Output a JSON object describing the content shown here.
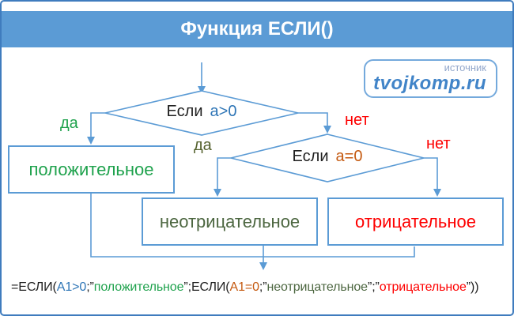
{
  "colors": {
    "line": "#5B9BD5",
    "frame": "#3F7CBE",
    "header": "#5B9BD5",
    "ink": "#1f1f1f",
    "text-blue": "#2E75B6",
    "orange": "#C55A11",
    "green": "#1FA24D",
    "red": "#FE0000",
    "olive": "#55622E",
    "darkgreen": "#4D6741",
    "logo-blue": "#4184C8",
    "logo-gray": "#92A7CB",
    "logo-border": "#74A9DC"
  },
  "header": {
    "title": "Функция ЕСЛИ()"
  },
  "logo": {
    "source_label": "источник",
    "site": "tvojkomp.ru"
  },
  "flowchart": {
    "decision1": {
      "prefix": "Если",
      "condition": "a>0"
    },
    "decision2": {
      "prefix": "Если",
      "condition": "a=0"
    },
    "branch1_yes": "да",
    "branch1_no": "нет",
    "branch2_yes": "да",
    "branch2_no": "нет",
    "box_positive": "положительное",
    "box_nonnegative": "неотрицательное",
    "box_negative": "отрицательное"
  },
  "formula": {
    "segments": [
      {
        "text": "=ЕСЛИ(",
        "color": "ink"
      },
      {
        "text": "A1>0",
        "color": "text-blue"
      },
      {
        "text": ";”",
        "color": "ink"
      },
      {
        "text": "положительное",
        "color": "green"
      },
      {
        "text": "”;ЕСЛИ(",
        "color": "ink"
      },
      {
        "text": "A1=0",
        "color": "orange"
      },
      {
        "text": ";”",
        "color": "ink"
      },
      {
        "text": "неотрицательное",
        "color": "darkgreen"
      },
      {
        "text": "”;”",
        "color": "ink"
      },
      {
        "text": "отрицательное",
        "color": "red"
      },
      {
        "text": "”))",
        "color": "ink"
      }
    ]
  }
}
